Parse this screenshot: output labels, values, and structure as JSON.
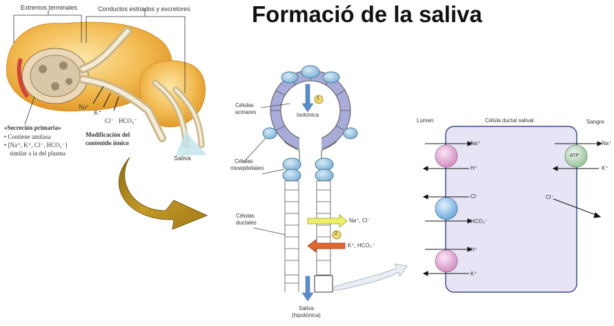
{
  "title": "Formació de la saliva",
  "gland": {
    "label_terminal": "Extremos terminales",
    "label_ducts": "Conductos estriados y excretores",
    "secrecion_title": "«Secreción primaria»",
    "bullet_1": "• Contiene amilasa",
    "bullet_2": "• [Na⁺, K⁺, Cl⁻, HCO₃⁻]",
    "bullet_2b": "similar a la del plasma",
    "modificacion_1": "Modificación del",
    "modificacion_2": "contenido iónico",
    "ion_na": "Na⁺",
    "ion_k": "K⁺",
    "ion_cl": "Cl⁻",
    "ion_hco3": "HCO₃⁻",
    "saliva": "Saliva"
  },
  "duct": {
    "celulas_acinares_1": "Células",
    "celulas_acinares_2": "acinares",
    "isotonica": "Isotónica",
    "step_1": "1",
    "step_2": "2",
    "mioepiteliales_1": "Células",
    "mioepiteliales_2": "mioepiteliales",
    "ductales_1": "Células",
    "ductales_2": "ductales",
    "out_ions": "Na⁺, Cl⁻",
    "in_ions": "K⁺, HCO₃⁻",
    "saliva_1": "Saliva",
    "saliva_2": "(hipotónica)"
  },
  "cell": {
    "lumen": "Lumen",
    "title": "Célula ductal salival",
    "sangre": "Sangre",
    "na_lumen": "Na⁺",
    "h_out_1": "H⁺",
    "cl_lumen": "Cl⁻",
    "hco3_lumen": "HCO₃⁻",
    "h_in_2": "H⁺",
    "k_lumen": "K⁺",
    "atp": "ATP",
    "na_blood": "Na⁺",
    "k_blood": "K⁺",
    "cl_blood": "Cl⁻"
  },
  "colors": {
    "gland_fill": "#f2b94f",
    "duct_blue": "#a9acd8",
    "cap_blue": "#9fc8e6",
    "cell_fill": "#e6e4f5",
    "arrow_gold": "#b88a1a",
    "transporter_pink": "#e9b8de",
    "transporter_blue": "#9cc6ec"
  }
}
